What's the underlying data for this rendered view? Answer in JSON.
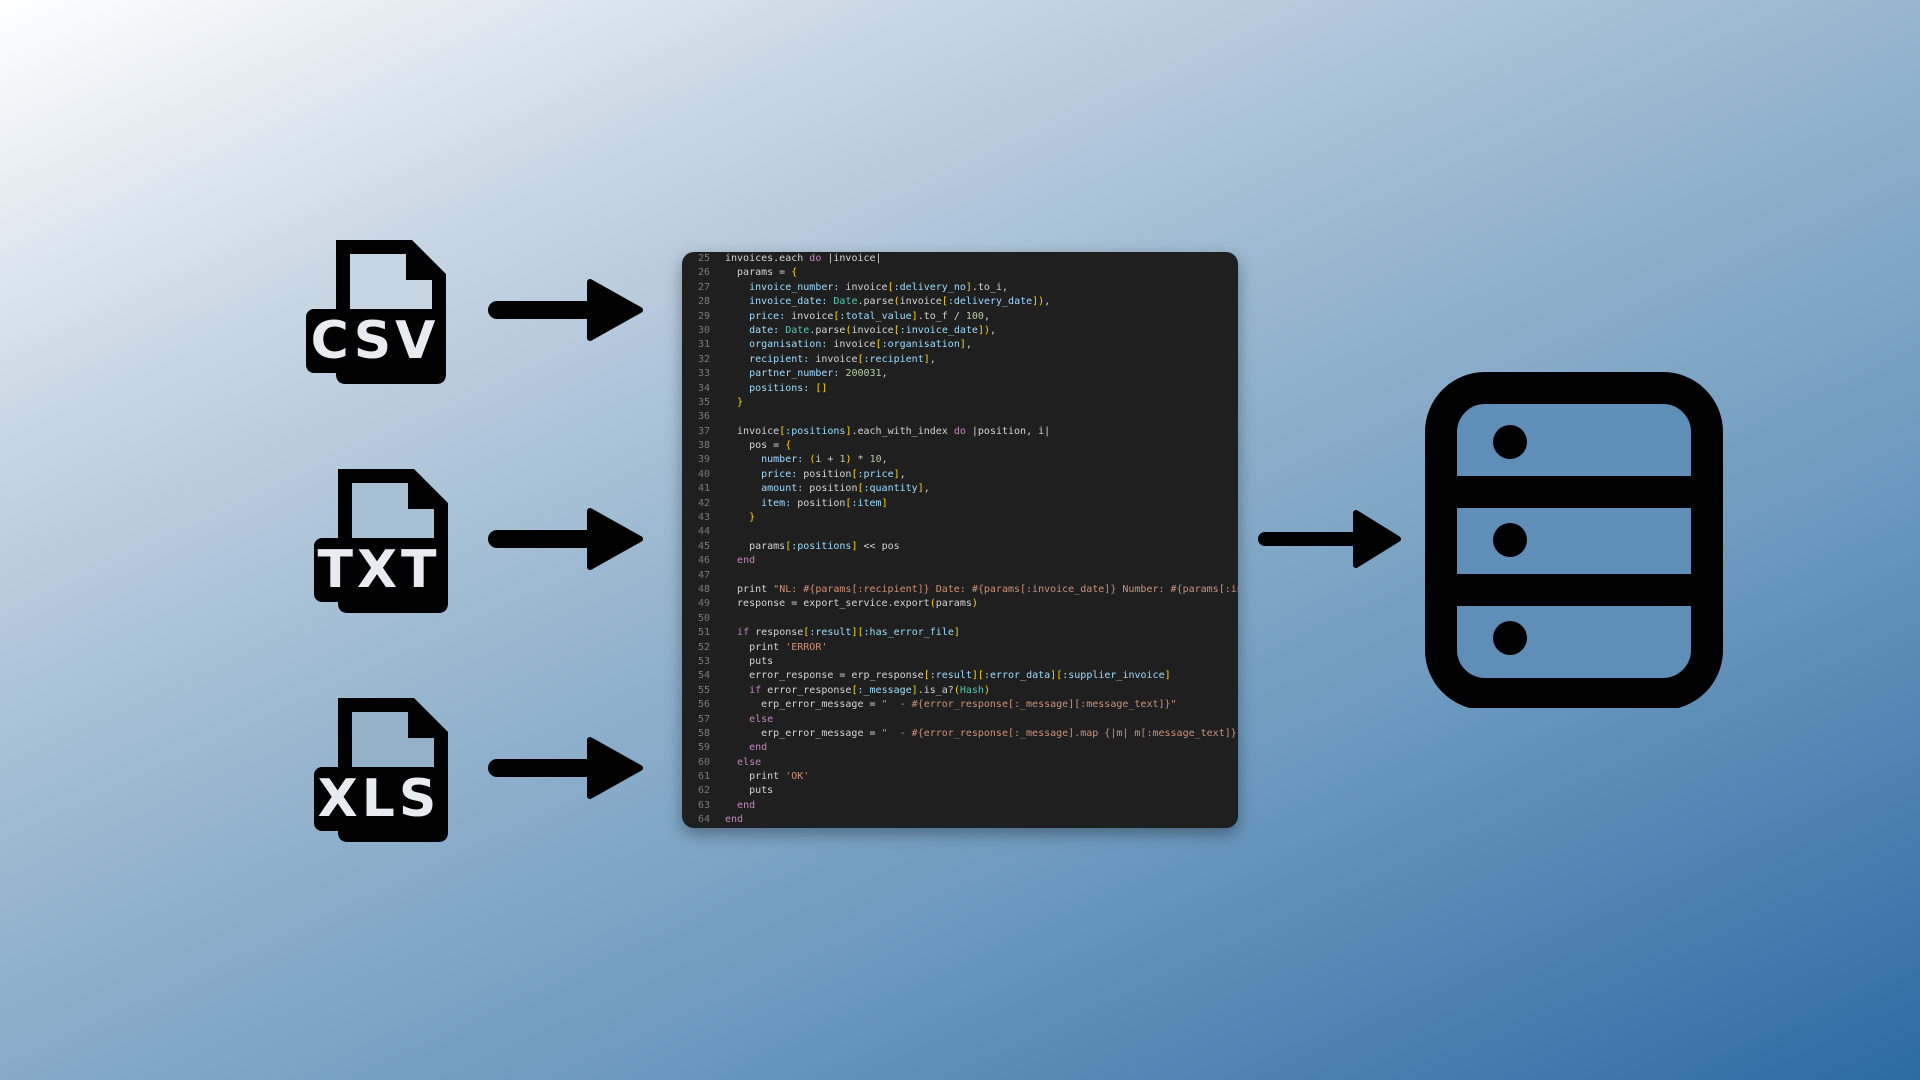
{
  "inputs": [
    {
      "label": "CSV",
      "icon": "csv-file-icon"
    },
    {
      "label": "TXT",
      "icon": "txt-file-icon"
    },
    {
      "label": "XLS",
      "icon": "xls-file-icon"
    }
  ],
  "output": {
    "icon": "database-server-icon"
  },
  "colors": {
    "icon": "#000000",
    "editor_bg": "#1f1f1f",
    "line_number": "#7a7a7a"
  },
  "code_lines": [
    {
      "n": "25",
      "text": "invoices.each do |invoice|"
    },
    {
      "n": "26",
      "text": "  params = {"
    },
    {
      "n": "27",
      "text": "    invoice_number: invoice[:delivery_no].to_i,"
    },
    {
      "n": "28",
      "text": "    invoice_date: Date.parse(invoice[:delivery_date]),"
    },
    {
      "n": "29",
      "text": "    price: invoice[:total_value].to_f / 100,"
    },
    {
      "n": "30",
      "text": "    date: Date.parse(invoice[:invoice_date]),"
    },
    {
      "n": "31",
      "text": "    organisation: invoice[:organisation],"
    },
    {
      "n": "32",
      "text": "    recipient: invoice[:recipient],"
    },
    {
      "n": "33",
      "text": "    partner_number: 200031,"
    },
    {
      "n": "34",
      "text": "    positions: []"
    },
    {
      "n": "35",
      "text": "  }"
    },
    {
      "n": "36",
      "text": ""
    },
    {
      "n": "37",
      "text": "  invoice[:positions].each_with_index do |position, i|"
    },
    {
      "n": "38",
      "text": "    pos = {"
    },
    {
      "n": "39",
      "text": "      number: (i + 1) * 10,"
    },
    {
      "n": "40",
      "text": "      price: position[:price],"
    },
    {
      "n": "41",
      "text": "      amount: position[:quantity],"
    },
    {
      "n": "42",
      "text": "      item: position[:item]"
    },
    {
      "n": "43",
      "text": "    }"
    },
    {
      "n": "44",
      "text": ""
    },
    {
      "n": "45",
      "text": "    params[:positions] << pos"
    },
    {
      "n": "46",
      "text": "  end"
    },
    {
      "n": "47",
      "text": ""
    },
    {
      "n": "48",
      "text": "  print \"NL: #{params[:recipient]} Date: #{params[:invoice_date]} Number: #{params[:invoic"
    },
    {
      "n": "49",
      "text": "  response = export_service.export(params)"
    },
    {
      "n": "50",
      "text": ""
    },
    {
      "n": "51",
      "text": "  if response[:result][:has_error_file]"
    },
    {
      "n": "52",
      "text": "    print 'ERROR'"
    },
    {
      "n": "53",
      "text": "    puts"
    },
    {
      "n": "54",
      "text": "    error_response = erp_response[:result][:error_data][:supplier_invoice]"
    },
    {
      "n": "55",
      "text": "    if error_response[:_message].is_a?(Hash)"
    },
    {
      "n": "56",
      "text": "      erp_error_message = \"  - #{error_response[:_message][:message_text]}\""
    },
    {
      "n": "57",
      "text": "    else"
    },
    {
      "n": "58",
      "text": "      erp_error_message = \"  - #{error_response[:_message].map {|m| m[:message_text]}.uniq"
    },
    {
      "n": "59",
      "text": "    end"
    },
    {
      "n": "60",
      "text": "  else"
    },
    {
      "n": "61",
      "text": "    print 'OK'"
    },
    {
      "n": "62",
      "text": "    puts"
    },
    {
      "n": "63",
      "text": "  end"
    },
    {
      "n": "64",
      "text": "end"
    }
  ]
}
